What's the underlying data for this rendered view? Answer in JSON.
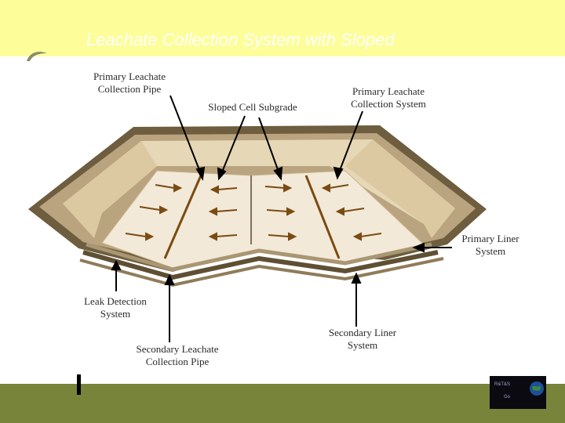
{
  "slide": {
    "title": "Leachate Collection System with Sloped",
    "colors": {
      "top_band": "#fdfd9a",
      "bottom_band": "#78843a",
      "liner_dark": "#6e5d3e",
      "liner_tan": "#b9a47f",
      "floor": "#f2e9d8",
      "arrow": "#7a4b12"
    }
  },
  "diagram": {
    "labels": {
      "primary_pipe_l1": "Primary Leachate",
      "primary_pipe_l2": "Collection Pipe",
      "sloped_subgrade": "Sloped Cell Subgrade",
      "primary_system_l1": "Primary Leachate",
      "primary_system_l2": "Collection System",
      "primary_liner_l1": "Primary Liner",
      "primary_liner_l2": "System",
      "leak_detection_l1": "Leak Detection",
      "leak_detection_l2": "System",
      "secondary_pipe_l1": "Secondary Leachate",
      "secondary_pipe_l2": "Collection Pipe",
      "secondary_liner_l1": "Secondary Liner",
      "secondary_liner_l2": "System"
    }
  },
  "logo": {
    "text1": "R&T&S",
    "text2": "Go"
  }
}
